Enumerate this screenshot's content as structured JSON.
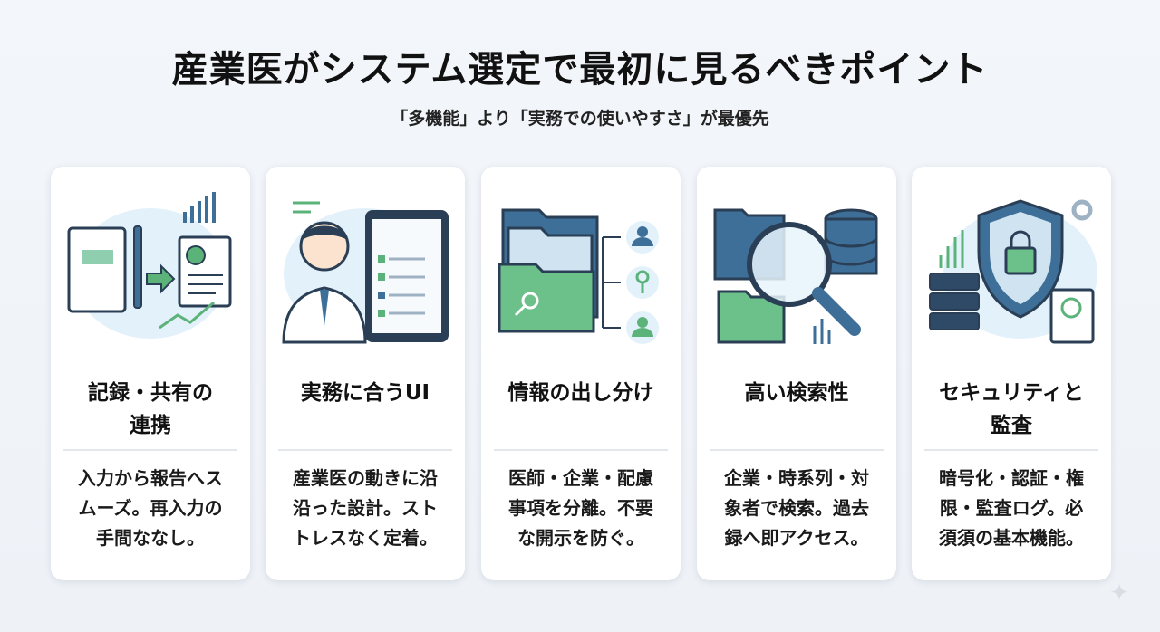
{
  "header": {
    "title": "産業医がシステム選定で最初に見るべきポイント",
    "subtitle": "「多機能」より「実務での使いやすさ」が最優先"
  },
  "colors": {
    "blue": "#3e6f98",
    "green": "#5bb37a",
    "light": "#dceefa",
    "dark": "#2a3f55"
  },
  "cards": [
    {
      "icon": "notebook-to-report-icon",
      "title": [
        "記録・共有の",
        "連携"
      ],
      "body": [
        "入力から報告へス",
        "ムーズ。再入力の",
        "手間ななし。"
      ]
    },
    {
      "icon": "doctor-tablet-icon",
      "title": [
        "実務に合うUI"
      ],
      "body": [
        "産業医の動きに沿",
        "沿った設計。スト",
        "トレスなく定着。"
      ]
    },
    {
      "icon": "folders-keys-users-icon",
      "title": [
        "情報の出し分け"
      ],
      "body": [
        "医師・企業・配慮",
        "事項を分離。不要",
        "な開示を防ぐ。"
      ]
    },
    {
      "icon": "magnifier-database-icon",
      "title": [
        "高い検索性"
      ],
      "body": [
        "企業・時系列・対",
        "象者で検索。過去",
        "録へ即アクセス。"
      ]
    },
    {
      "icon": "shield-lock-server-icon",
      "title": [
        "セキュリティと",
        "監査"
      ],
      "body": [
        "暗号化・認証・権",
        "限・監査ログ。必",
        "須須の基本機能。"
      ]
    }
  ]
}
